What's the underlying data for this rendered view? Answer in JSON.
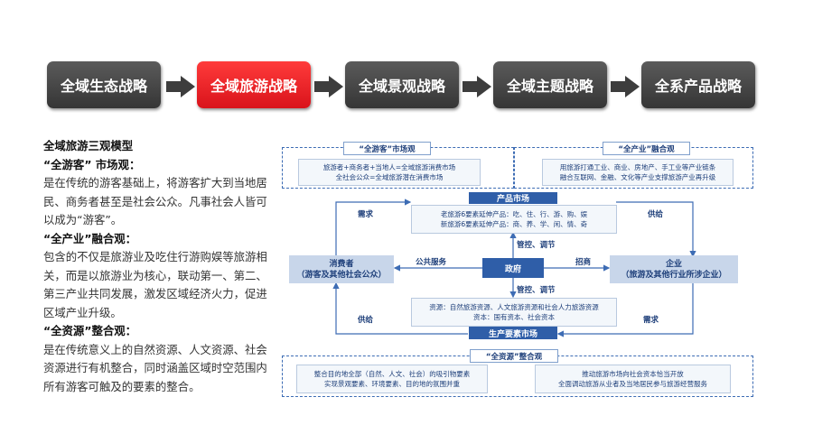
{
  "strategy_flow": [
    {
      "label": "全域生态战略",
      "active": false
    },
    {
      "label": "全域旅游战略",
      "active": true
    },
    {
      "label": "全域景观战略",
      "active": false
    },
    {
      "label": "全域主题战略",
      "active": false
    },
    {
      "label": "全系产品战略",
      "active": false
    }
  ],
  "text": {
    "title": "全域旅游三观模型",
    "s1_head": "“全游客”  市场观：",
    "s1_body": "是在传统的游客基础上，将游客扩大到当地居民、商务者甚至是社会公众。凡事社会人皆可以成为“游客”。",
    "s2_head": "“全产业”融合观：",
    "s2_body": "包含的不仅是旅游业及吃住行游购娱等旅游相关，而是以旅游业为核心，联动第一、第二、第三产业共同发展，激发区域经济火力，促进区域产业升级。",
    "s3_head": "“全资源”整合观：",
    "s3_body": "是在传统意义上的自然资源、人文资源、社会资源进行有机整合，同时涵盖区域时空范围内所有游客可触及的要素的整合。"
  },
  "diagram": {
    "market_view": "“全游客”市场观",
    "market_lines": [
      "旅游者+商务者+当地人=全域旅游消费市场",
      "全社会公众=全域旅游潜在消费市场"
    ],
    "industry_view": "“全产业”融合观",
    "industry_lines": [
      "用旅游打通工业、商业、房地产、手工业等产业链条",
      "融合互联网、金融、文化等产业支撑旅游产业再升级"
    ],
    "product_market": "产品市场",
    "product_lines": [
      "老旅游6要素延伸产品：吃、住、行、游、购、娱",
      "新旅游6要素延伸产品：商、养、学、闲、情、奇"
    ],
    "consumer_title": "消费者",
    "consumer_sub": "（游客及其他社会公众）",
    "government": "政府",
    "enterprise_title": "企业",
    "enterprise_sub": "（旅游及其他行业所涉企业）",
    "public_service": "公共服务",
    "attract": "招商",
    "demand": "需求",
    "supply": "供给",
    "regulate": "管控、调节",
    "resource_lines": [
      "资源：自然旅游资源、人文旅游资源和社会人力旅游资源",
      "资本：国有资本、社会资本"
    ],
    "factor_market": "生产要素市场",
    "resource_view": "“全资源”整合观",
    "resource_left": [
      "整合目的地全部（自然、人文、社会）的吸引物要素",
      "实现景观要素、环境要素、目的地的氛围并重"
    ],
    "resource_right": [
      "推动旅游市场向社会资本恰当开放",
      "全面调动旅游从业者及当地居民参与旅游经营服务"
    ]
  }
}
